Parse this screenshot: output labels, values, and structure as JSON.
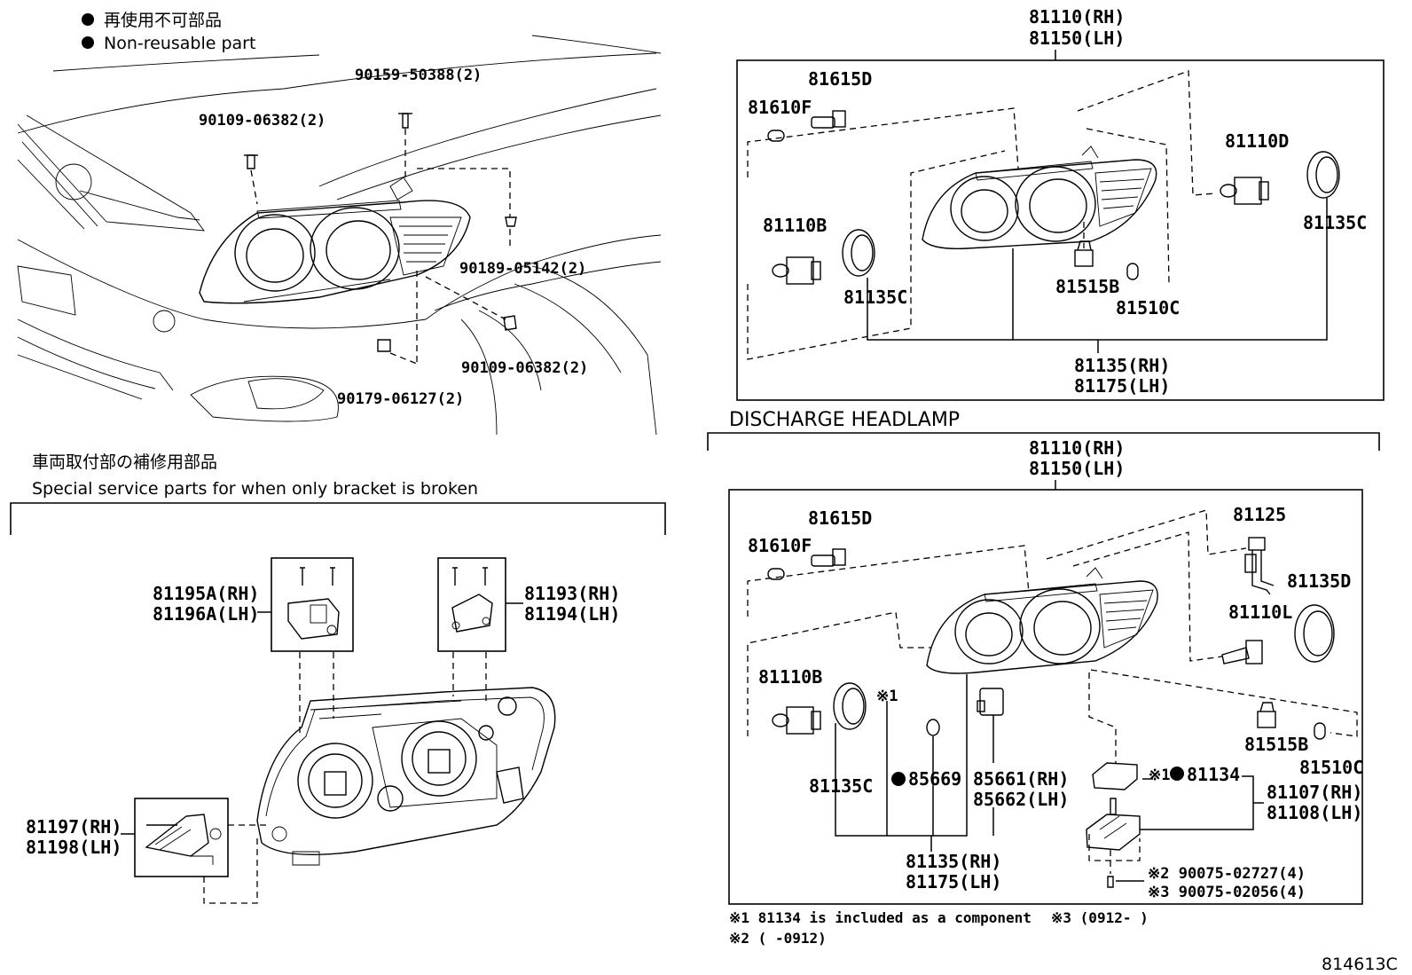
{
  "legend": {
    "jp": "再使用不可部品",
    "en": "Non-reusable part"
  },
  "top_left": {
    "parts": {
      "p1": "90159-50388(2)",
      "p2": "90109-06382(2)",
      "p3": "90189-05142(2)",
      "p4": "90109-06382(2)",
      "p5": "90179-06127(2)"
    }
  },
  "bracket_section": {
    "title_jp": "車両取付部の補修用部品",
    "title_en": "Special service parts for when only bracket is broken",
    "a_rh": "81195A(RH)",
    "a_lh": "81196A(LH)",
    "b_rh": "81193(RH)",
    "b_lh": "81194(LH)",
    "c_rh": "81197(RH)",
    "c_lh": "81198(LH)"
  },
  "halogen": {
    "top_rh": "81110(RH)",
    "top_lh": "81150(LH)",
    "p81615D": "81615D",
    "p81610F": "81610F",
    "p81110D": "81110D",
    "p81110B": "81110B",
    "p81135C_a": "81135C",
    "p81135C_b": "81135C",
    "p81515B": "81515B",
    "p81510C": "81510C",
    "bot_rh": "81135(RH)",
    "bot_lh": "81175(LH)"
  },
  "discharge": {
    "title": "DISCHARGE HEADLAMP",
    "top_rh": "81110(RH)",
    "top_lh": "81150(LH)",
    "p81615D": "81615D",
    "p81610F": "81610F",
    "p81125": "81125",
    "p81135D": "81135D",
    "p81110L": "81110L",
    "p81110B": "81110B",
    "mark1": "※1",
    "p81135C": "81135C",
    "p85669": "85669",
    "p85661": "85661(RH)",
    "p85662": "85662(LH)",
    "p81134_prefix": "※1",
    "p81134": "81134",
    "p81107": "81107(RH)",
    "p81108": "81108(LH)",
    "p81515B": "81515B",
    "p81510C": "81510C",
    "bot_rh": "81135(RH)",
    "bot_lh": "81175(LH)",
    "bolt2": "※2 90075-02727(4)",
    "bolt3": "※3 90075-02056(4)"
  },
  "notes": {
    "n1": "※1 81134 is included as a component",
    "n3": "※3 (0912-      )",
    "n2": "※2 (      -0912)"
  },
  "figure_id": "814613C"
}
